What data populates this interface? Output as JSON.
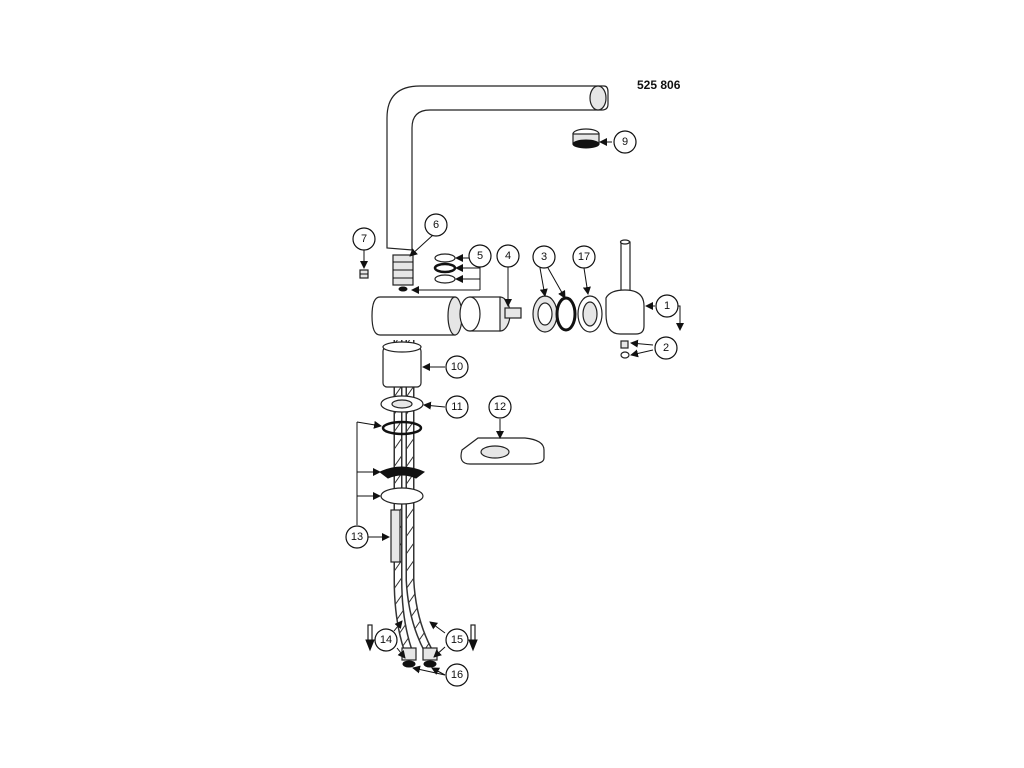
{
  "diagram": {
    "part_number": "525 806",
    "callouts": [
      "1",
      "2",
      "3",
      "4",
      "5",
      "6",
      "7",
      "9",
      "10",
      "11",
      "12",
      "13",
      "14",
      "15",
      "16",
      "17"
    ]
  }
}
